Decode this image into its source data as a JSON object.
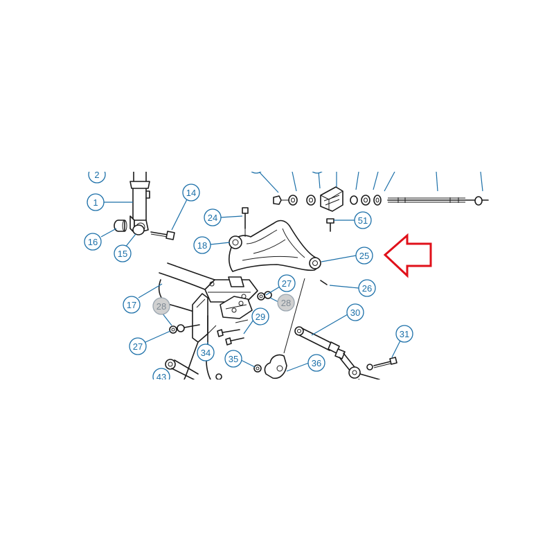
{
  "callouts": [
    {
      "id": "c2",
      "label": "2",
      "muted": false
    },
    {
      "id": "c1",
      "label": "1",
      "muted": false
    },
    {
      "id": "c14",
      "label": "14",
      "muted": false
    },
    {
      "id": "c16",
      "label": "16",
      "muted": false
    },
    {
      "id": "c15",
      "label": "15",
      "muted": false
    },
    {
      "id": "c24",
      "label": "24",
      "muted": false
    },
    {
      "id": "c18",
      "label": "18",
      "muted": false
    },
    {
      "id": "c51",
      "label": "51",
      "muted": false
    },
    {
      "id": "c25",
      "label": "25",
      "muted": false
    },
    {
      "id": "c26",
      "label": "26",
      "muted": false
    },
    {
      "id": "c27a",
      "label": "27",
      "muted": false
    },
    {
      "id": "c28a",
      "label": "28",
      "muted": true
    },
    {
      "id": "c17",
      "label": "17",
      "muted": false
    },
    {
      "id": "c28b",
      "label": "28",
      "muted": true
    },
    {
      "id": "c29",
      "label": "29",
      "muted": false
    },
    {
      "id": "c30",
      "label": "30",
      "muted": false
    },
    {
      "id": "c27b",
      "label": "27",
      "muted": false
    },
    {
      "id": "c31",
      "label": "31",
      "muted": false
    },
    {
      "id": "c34",
      "label": "34",
      "muted": false
    },
    {
      "id": "c35",
      "label": "35",
      "muted": false
    },
    {
      "id": "c36",
      "label": "36",
      "muted": false
    },
    {
      "id": "c43",
      "label": "43",
      "muted": false
    }
  ],
  "colors": {
    "callout": "#1b6fa8",
    "callout_muted": "#9aa6b0",
    "arrow": "#e0101a",
    "line": "#1a1a1a"
  },
  "pointer": {
    "icon": "hollow-arrow-left-icon",
    "color": "#e0101a"
  }
}
